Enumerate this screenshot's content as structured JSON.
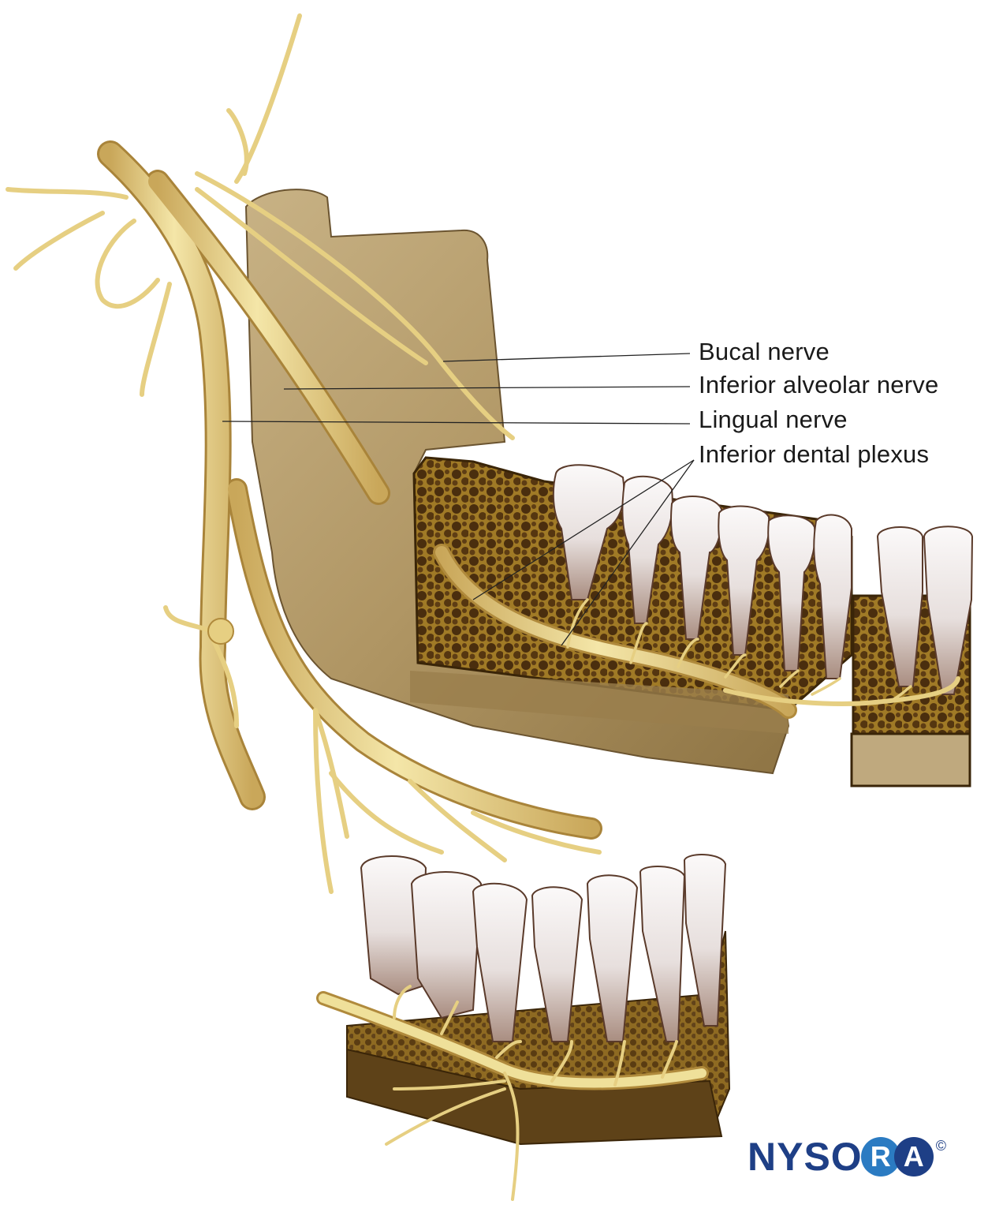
{
  "figure": {
    "subject": "Mandibular nerve branches and dentition",
    "labels": [
      {
        "id": "bucal",
        "text": "Bucal nerve",
        "target": [
          562,
          455
        ]
      },
      {
        "id": "inferior-alveolar",
        "text": "Inferior alveolar nerve",
        "target": [
          360,
          493
        ]
      },
      {
        "id": "lingual",
        "text": "Lingual nerve",
        "target": [
          282,
          534
        ]
      },
      {
        "id": "inferior-dental-plexus",
        "text": "Inferior dental plexus",
        "targets": [
          [
            600,
            760
          ],
          [
            712,
            818
          ]
        ]
      }
    ]
  },
  "logo": {
    "text": "NYSO",
    "circle1": "R",
    "circle2": "A",
    "copyright": "©",
    "colors": {
      "dark": "#1e3f86",
      "light": "#2b7bc2"
    }
  },
  "colors": {
    "nerve": "#e9d48a",
    "nerve_shadow": "#b08a3c",
    "bone": "#b49a68",
    "marrow": "#5a3c12",
    "tooth": "#efeaea",
    "tooth_shadow": "#7a5a4a"
  }
}
